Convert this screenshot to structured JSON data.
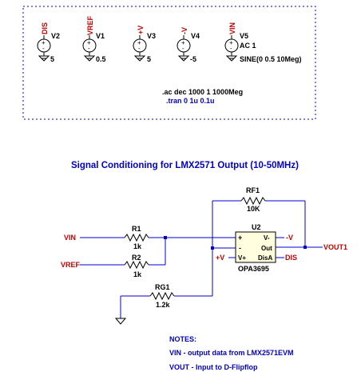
{
  "sources": [
    {
      "ref": "V2",
      "net": "DIS",
      "value": "5"
    },
    {
      "ref": "V1",
      "net": "VREF",
      "value": "0.5"
    },
    {
      "ref": "V3",
      "net": "+V",
      "value": "5"
    },
    {
      "ref": "V4",
      "net": "-V",
      "value": "-5"
    },
    {
      "ref": "V5",
      "net": "VIN",
      "ac": "AC 1",
      "value": "SINE(0 0.5 10Meg)"
    }
  ],
  "directives": {
    "ac": ".ac dec 1000 1 1000Meg",
    "tran": ".tran 0 1u 0.1u"
  },
  "title": "Signal Conditioning for LMX2571 Output (10-50MHz)",
  "components": {
    "rf1": {
      "ref": "RF1",
      "value": "10K"
    },
    "r1": {
      "ref": "R1",
      "value": "1k"
    },
    "r2": {
      "ref": "R2",
      "value": "1k"
    },
    "rg1": {
      "ref": "RG1",
      "value": "1.2k"
    },
    "u2": {
      "ref": "U2",
      "part": "OPA3695",
      "pins": {
        "plus": "+",
        "minus": "-",
        "vplus": "V+",
        "vminus": "V-",
        "out": "Out",
        "disa": "DisA"
      }
    }
  },
  "nets": {
    "vin": "VIN",
    "vref": "VREF",
    "vout": "VOUT1",
    "pv": "+V",
    "mv": "-V",
    "dis": "DIS"
  },
  "notes": {
    "heading": "NOTES:",
    "line1": "VIN - output data from LMX2571EVM",
    "line2": "VOUT - Input to D-Flipflop"
  }
}
